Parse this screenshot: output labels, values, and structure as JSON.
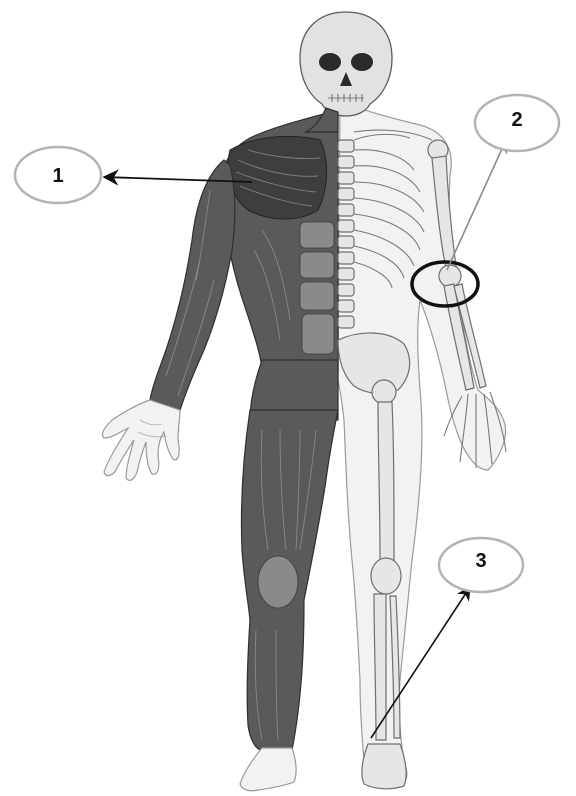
{
  "callouts": [
    {
      "id": "1",
      "label": "1"
    },
    {
      "id": "2",
      "label": "2"
    },
    {
      "id": "3",
      "label": "3"
    }
  ],
  "colors": {
    "callout_border": "#b3b3b3",
    "arrow_black": "#111111",
    "arrow_grey": "#8a8a8a",
    "highlight_circle": "#111111",
    "muscle": "#5a5a5a",
    "bone": "#e6e6e6"
  }
}
